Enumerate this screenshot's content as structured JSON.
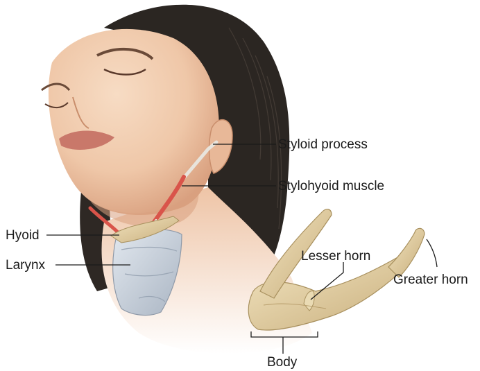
{
  "labels": {
    "styloid_process": "Styloid process",
    "stylohyoid_muscle": "Stylohyoid muscle",
    "hyoid": "Hyoid",
    "larynx": "Larynx",
    "lesser_horn": "Lesser horn",
    "greater_horn": "Greater horn",
    "body": "Body"
  },
  "colors": {
    "skin": "#f1cdb0",
    "skin_shadow": "#d79f7c",
    "hair": "#2b2622",
    "muscle": "#d9544a",
    "bone": "#e6d3a6",
    "cartilage": "#c9d1dc",
    "leader_line": "#1a1a1a"
  }
}
